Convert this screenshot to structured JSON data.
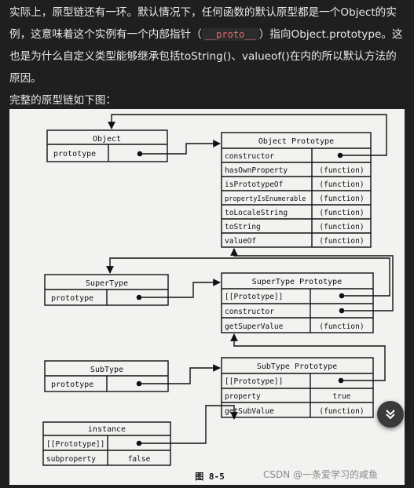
{
  "article": {
    "p1_a": "实际上，原型链还有一环。默认情况下，任何函数的默认原型都是一个Object的实例，这意味着这个实例有一个内部指针（",
    "p1_code": "__proto__",
    "p1_b": "）指向Object.prototype。这也是为什么自定义类型能够继承包括toString()、valueof()在内的所以默认方法的原因。",
    "p2": "完整的原型链如下图："
  },
  "figure": {
    "caption": "图 8-5",
    "object": {
      "title": "Object",
      "row": "prototype"
    },
    "object_prototype": {
      "title": "Object Prototype",
      "rows": [
        {
          "name": "constructor",
          "value": ""
        },
        {
          "name": "hasOwnProperty",
          "value": "(function)"
        },
        {
          "name": "isPrototypeOf",
          "value": "(function)"
        },
        {
          "name": "propertyIsEnumerable",
          "value": "(function)"
        },
        {
          "name": "toLocaleString",
          "value": "(function)"
        },
        {
          "name": "toString",
          "value": "(function)"
        },
        {
          "name": "valueOf",
          "value": "(function)"
        }
      ]
    },
    "supertype": {
      "title": "SuperType",
      "row": "prototype"
    },
    "supertype_prototype": {
      "title": "SuperType Prototype",
      "rows": [
        {
          "name": "[[Prototype]]",
          "value": ""
        },
        {
          "name": "constructor",
          "value": ""
        },
        {
          "name": "getSuperValue",
          "value": "(function)"
        }
      ]
    },
    "subtype": {
      "title": "SubType",
      "row": "prototype"
    },
    "subtype_prototype": {
      "title": "SubType Prototype",
      "rows": [
        {
          "name": "[[Prototype]]",
          "value": ""
        },
        {
          "name": "property",
          "value": "true"
        },
        {
          "name": "getSubValue",
          "value": "(function)"
        }
      ]
    },
    "instance": {
      "title": "instance",
      "rows": [
        {
          "name": "[[Prototype]]",
          "value": ""
        },
        {
          "name": "subproperty",
          "value": "false"
        }
      ]
    }
  },
  "scroll_button": {
    "icon": "double-chevron-down-icon"
  },
  "watermark": "CSDN @一条爱学习的咸鱼"
}
